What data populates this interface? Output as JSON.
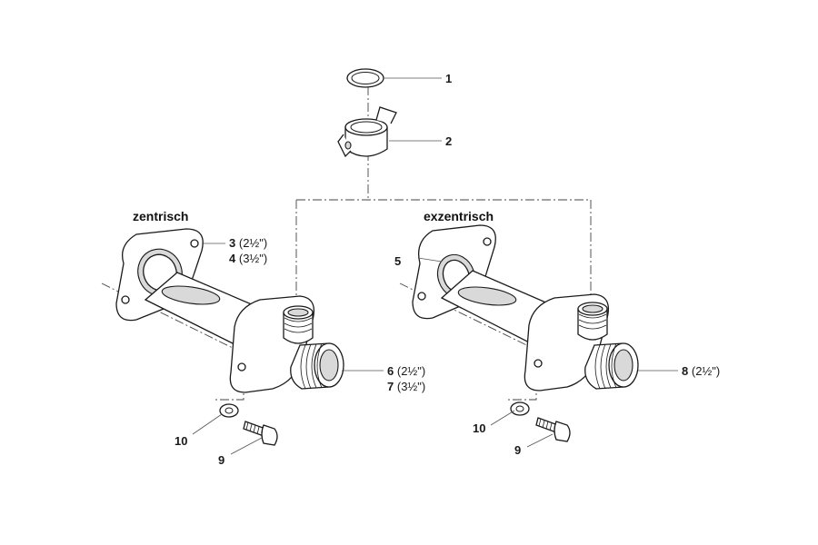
{
  "groups": {
    "left_title": "zentrisch",
    "right_title": "exzentrisch"
  },
  "callouts": [
    {
      "id": "c1",
      "num": "1",
      "note": ""
    },
    {
      "id": "c2",
      "num": "2",
      "note": ""
    },
    {
      "id": "c3",
      "num": "3",
      "note": "(2½\")"
    },
    {
      "id": "c4",
      "num": "4",
      "note": "(3½\")"
    },
    {
      "id": "c5",
      "num": "5",
      "note": ""
    },
    {
      "id": "c6",
      "num": "6",
      "note": "(2½\")"
    },
    {
      "id": "c7",
      "num": "7",
      "note": "(3½\")"
    },
    {
      "id": "c8",
      "num": "8",
      "note": "(2½\")"
    },
    {
      "id": "c10a",
      "num": "10",
      "note": ""
    },
    {
      "id": "c9a",
      "num": "9",
      "note": ""
    },
    {
      "id": "c10b",
      "num": "10",
      "note": ""
    },
    {
      "id": "c9b",
      "num": "9",
      "note": ""
    }
  ]
}
